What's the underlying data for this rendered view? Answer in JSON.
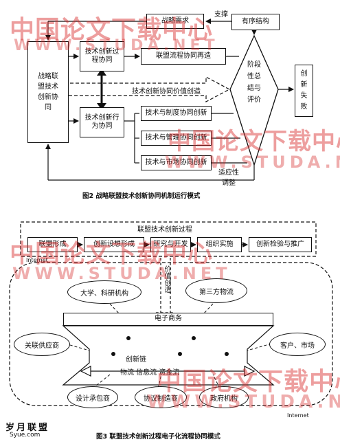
{
  "figure2": {
    "top_need": "战略需求",
    "support": "支撑",
    "ordered_structure": "有序结构",
    "alliance": "战略联盟技术创新协同",
    "process_synergy": "技术创新过程协同",
    "process_reengineering": "联盟流程协同再造",
    "value_creation": "技术创新协同价值创造",
    "behavior_synergy": "技术创新行为协同",
    "inst_synergy": "技术与制度协同创新",
    "mgmt_synergy": "技术与管理协同创新",
    "market_synergy": "技术与市场协同创新",
    "stage_eval": "阶段性总结与评价",
    "innovation_fail": "创新失败",
    "adaptive_adjust": "适应性调整",
    "caption": "图2  战略联盟技术创新协同机制运行模式"
  },
  "figure3": {
    "process_title": "联盟技术创新过程",
    "stages": [
      "联盟形成",
      "创新设想形成",
      "研究与开发",
      "组织实施",
      "创新检验与推广"
    ],
    "internet_top": "Internet",
    "value_creation": "价值创造",
    "university": "大学、科研机构",
    "logistics": "第三方物流",
    "ecommerce": "电子商务",
    "related_supplier": "关联供应商",
    "customer_market": "客户、市场",
    "innovation_chain": "创新链",
    "flows": "物流  信息流  资金流",
    "design_contractor": "设计承包商",
    "contract_manufacturer": "协议制造商",
    "government": "政府机构",
    "internet_bottom": "Internet",
    "caption": "图3  联盟技术创新过程电子化流程协同模式"
  },
  "watermarks": {
    "cn": "中国论文下载中心",
    "en": "WWW.STUDA.NET",
    "logo": "岁月联盟",
    "logo_url": "Syue.com"
  }
}
